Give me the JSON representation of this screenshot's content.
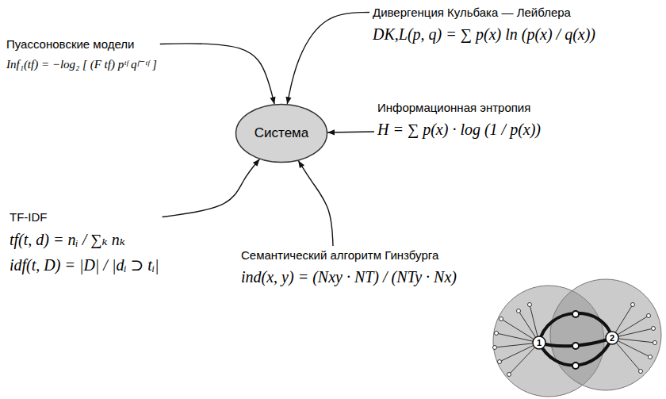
{
  "diagram": {
    "nodes": [
      {
        "text": [
          "Дивергенция Кульбака — Лейблера",
          "DK,L(p, q) = ∑ p(x) ln (p(x) / q(x))"
        ]
      },
      {
        "text": [
          "Пуассоновские модели",
          "Inf₁(tf) = −log₂ [ (F tf) pᵗᶠ qᶠ⁻ᵗᶠ ]"
        ]
      },
      {
        "text": [
          "Система"
        ]
      },
      {
        "text": [
          "Информационная энтропия",
          "H = ∑ p(x) · log (1 / p(x))"
        ]
      },
      {
        "text": [
          "TF-IDF",
          "tf(t, d) = nᵢ / ∑ₖ nₖ",
          "idf(t, D) = |D| / |dᵢ ⊃ tᵢ|"
        ]
      },
      {
        "text": [
          "Семантический алгоритм Гинзбурга",
          "ind(x, y) = (Nxy · NT) / (NTy · Nx)"
        ]
      }
    ],
    "edges": [
      {
        "from": 0,
        "to": 2,
        "arrow": "to"
      },
      {
        "from": 1,
        "to": 2,
        "arrow": "to"
      },
      {
        "from": 3,
        "to": 2,
        "arrow": "to"
      },
      {
        "from": 4,
        "to": 2,
        "arrow": "to"
      },
      {
        "from": 5,
        "to": 2,
        "arrow": "to"
      }
    ],
    "labels": [
      "1",
      "2"
    ]
  }
}
